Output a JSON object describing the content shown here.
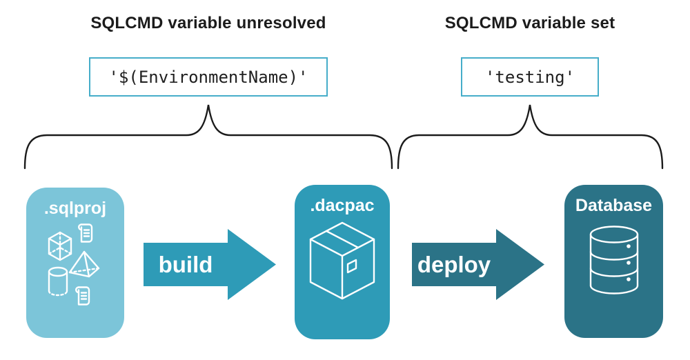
{
  "colors": {
    "light": "#7cc5d9",
    "teal": "#2e9bb7",
    "dark": "#2b7387",
    "code_border": "#45adc9",
    "ink": "#1b1b1b"
  },
  "annotations": {
    "left": {
      "title": "SQLCMD variable unresolved",
      "code": "'$(EnvironmentName)'"
    },
    "right": {
      "title": "SQLCMD variable set",
      "code": "'testing'"
    }
  },
  "pipeline": {
    "stages": [
      {
        "id": "sqlproj",
        "label": ".sqlproj",
        "icon": "sql-objects-icons"
      },
      {
        "id": "dacpac",
        "label": ".dacpac",
        "icon": "package-icon"
      },
      {
        "id": "database",
        "label": "Database",
        "icon": "database-icon"
      }
    ],
    "arrows": [
      {
        "id": "build",
        "label": "build"
      },
      {
        "id": "deploy",
        "label": "deploy"
      }
    ]
  }
}
